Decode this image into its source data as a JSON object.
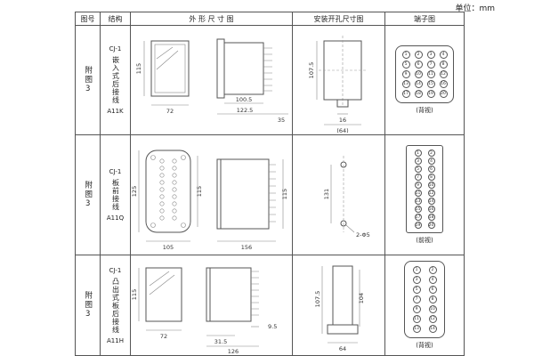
{
  "page": {
    "unit_label": "单位：mm"
  },
  "table": {
    "headers": [
      "图号",
      "结构",
      "外 形 尺 寸 图",
      "安装开孔尺寸图",
      "端子图"
    ]
  },
  "rows": [
    {
      "fig_no": "附图3",
      "structure": {
        "model": "CJ-1",
        "desc": "嵌入式后接线",
        "code": "A11K"
      },
      "outline": {
        "height": "115",
        "width": "72",
        "body": "100.5",
        "total": "122.5",
        "depth": "35"
      },
      "install": {
        "height": "107.5",
        "hole": "16",
        "span": "(64)"
      },
      "terminal": {
        "view": "(背视)",
        "pins": [
          "1",
          "2",
          "3",
          "4",
          "5",
          "6",
          "7",
          "8",
          "9",
          "10",
          "11",
          "12",
          "13",
          "14",
          "15",
          "16",
          "17",
          "18",
          "19",
          "20"
        ]
      }
    },
    {
      "fig_no": "附图3",
      "structure": {
        "model": "CJ-1",
        "desc": "板前接线",
        "code": "A11Q"
      },
      "outline": {
        "height": "125",
        "inner": "115",
        "width": "105",
        "body": "156",
        "side_height": "115"
      },
      "install": {
        "height": "131",
        "hole": "2-Φ5"
      },
      "terminal": {
        "view": "(前视)",
        "pins": [
          "1",
          "2",
          "3",
          "4",
          "5",
          "6",
          "7",
          "8",
          "9",
          "10",
          "11",
          "12",
          "13",
          "14",
          "15",
          "16",
          "17",
          "18",
          "19",
          "20"
        ]
      }
    },
    {
      "fig_no": "附图3",
      "structure": {
        "model": "CJ-1",
        "desc": "凸出式板后接线",
        "code": "A11H"
      },
      "outline": {
        "height": "115",
        "width": "72",
        "pin": "9.5",
        "flange": "31.5",
        "body": "126"
      },
      "install": {
        "height": "107.5",
        "inner": "104",
        "span": "64"
      },
      "terminal": {
        "view": "(背视)",
        "pins": [
          "1",
          "2",
          "3",
          "4",
          "5",
          "6",
          "7",
          "8",
          "9",
          "10",
          "11",
          "12",
          "13",
          "14"
        ]
      }
    }
  ]
}
